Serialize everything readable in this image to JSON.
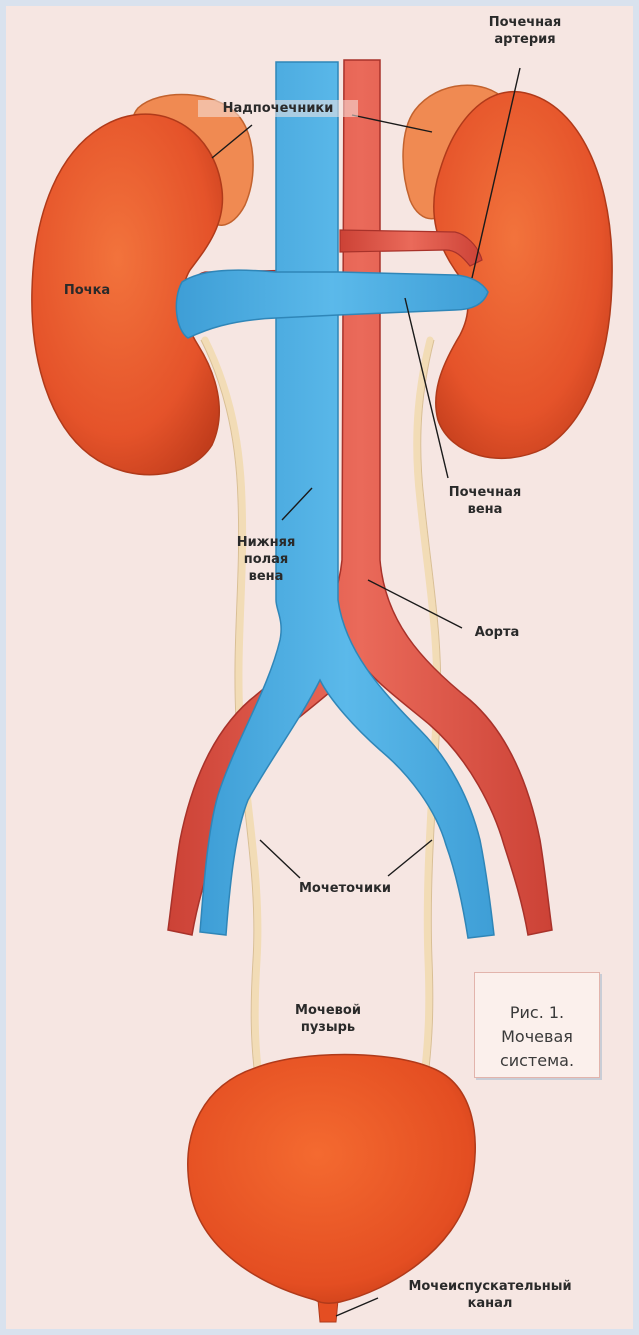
{
  "colors": {
    "background": "#f6e6e2",
    "frame": "#d9e2ee",
    "kidney": "#e8552a",
    "adrenal": "#f08a52",
    "vein": "#4aaee0",
    "artery": "#e0564a",
    "ureter": "#f2dcb6",
    "bladder": "#ea4f22",
    "leader_line": "#1a1a1a"
  },
  "labels": {
    "renal_artery": "Почечная\nартерия",
    "adrenals": "Надпочечники",
    "kidney": "Почка",
    "renal_vein": "Почечная\nвена",
    "ivc": "Нижняя\nполая\nвена",
    "aorta": "Аорта",
    "ureters": "Мочеточики",
    "bladder": "Мочевой\nпузырь",
    "urethra": "Мочеиспускательный\nканал"
  },
  "caption": "Рис. 1.\nМочевая\nсистема."
}
